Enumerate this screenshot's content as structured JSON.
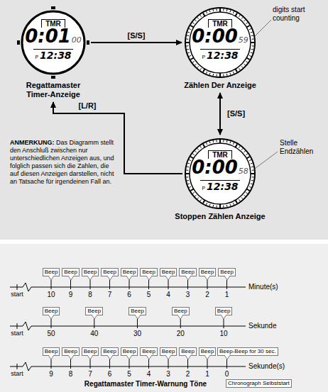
{
  "diagram": {
    "nodes": [
      {
        "text": [
          "TMR",
          "0:01",
          "00",
          "P",
          "12:38",
          "Regattamaster Timer-Anzeige"
        ]
      },
      {
        "text": [
          "TMR",
          "0:00",
          "59",
          "P",
          "12:38",
          "Zählen Der Anzeige"
        ]
      },
      {
        "text": [
          "TMR",
          "0:00",
          "58",
          "P",
          "12:38",
          "Stoppen Zählen Anzeige"
        ]
      },
      {
        "text": [
          "Beep"
        ]
      },
      {
        "text": [
          "Beep"
        ]
      },
      {
        "text": [
          "Beep"
        ]
      },
      {
        "text": [
          "Beep"
        ]
      },
      {
        "text": [
          "Beep"
        ]
      },
      {
        "text": [
          "Beep"
        ]
      },
      {
        "text": [
          "Beep"
        ]
      },
      {
        "text": [
          "Beep"
        ]
      },
      {
        "text": [
          "Beep"
        ]
      },
      {
        "text": [
          "Beep"
        ]
      },
      {
        "text": [
          "Beep"
        ]
      },
      {
        "text": [
          "Beep"
        ]
      },
      {
        "text": [
          "Beep"
        ]
      },
      {
        "text": [
          "Beep"
        ]
      },
      {
        "text": [
          "Beep"
        ]
      },
      {
        "text": [
          "Beep"
        ]
      },
      {
        "text": [
          "Beep"
        ]
      },
      {
        "text": [
          "Beep"
        ]
      },
      {
        "text": [
          "Beep"
        ]
      },
      {
        "text": [
          "Beep"
        ]
      },
      {
        "text": [
          "Beep"
        ]
      },
      {
        "text": [
          "Beep"
        ]
      },
      {
        "text": [
          "Beep"
        ]
      },
      {
        "text": [
          "Beep"
        ]
      },
      {
        "text": [
          "Beep-Beep for 30 sec."
        ]
      },
      {
        "text": [
          "Chronograph Selbststart"
        ]
      }
    ],
    "edges": [
      {
        "from": 0,
        "to": 1,
        "arrow": "to",
        "label": "[S/S]"
      },
      {
        "from": 1,
        "to": 2,
        "arrow": "both",
        "label": "[S/S]"
      },
      {
        "from": 2,
        "to": 0,
        "arrow": "to",
        "label": "[L/R]"
      }
    ],
    "labels": [
      "digits start counting",
      "Stelle Endzählen",
      "ANMERKUNG:",
      "Das Diagramm stellt den Anschluß zwischen nur unterschiedlichen Anzeigen aus, und folglich passen sich die Zahlen, die auf diesen Anzeigen darstellen, nicht an Tatsache für irgendeinen Fall an.",
      "start",
      "10",
      "9",
      "8",
      "7",
      "6",
      "5",
      "4",
      "3",
      "2",
      "1",
      "Minute(s)",
      "start",
      "50",
      "40",
      "30",
      "20",
      "10",
      "Sekunde",
      "start",
      "9",
      "8",
      "7",
      "6",
      "5",
      "4",
      "3",
      "2",
      "1",
      "0",
      "Sekunde(s)",
      "Regattamaster Timer-Warnung Töne"
    ]
  }
}
